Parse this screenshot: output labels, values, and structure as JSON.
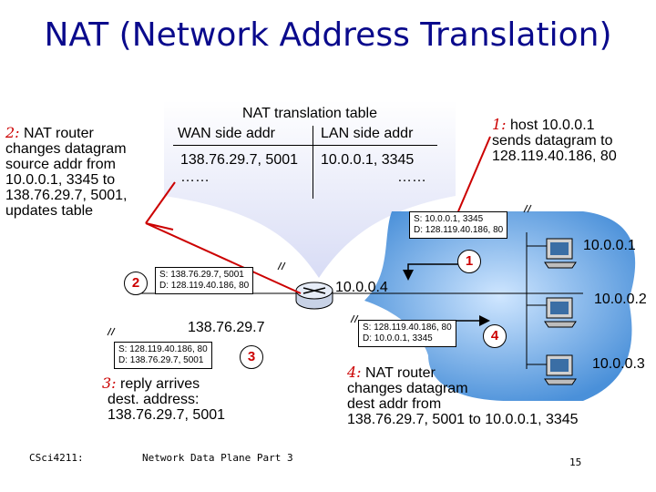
{
  "title": "NAT (Network Address Translation)",
  "table": {
    "title": "NAT translation table",
    "col_wan": "WAN side addr",
    "col_lan": "LAN side addr",
    "row1_wan": "138.76.29.7, 5001",
    "row1_lan": "10.0.0.1, 3345",
    "row2_wan": "……",
    "row2_lan": "……"
  },
  "step1": {
    "num": "1:",
    "text_lines": [
      "host 10.0.0.1",
      "sends datagram to",
      "128.119.40.186, 80"
    ]
  },
  "step2": {
    "num": "2:",
    "text_lines": [
      "NAT router",
      "changes datagram",
      "source addr from",
      "10.0.0.1, 3345 to",
      "138.76.29.7, 5001,",
      "updates table"
    ]
  },
  "step3": {
    "num": "3:",
    "text_lines": [
      "reply arrives",
      "dest. address:",
      "138.76.29.7, 5001"
    ]
  },
  "step4": {
    "num": "4:",
    "text_lines": [
      "NAT router",
      "changes datagram",
      "dest addr from",
      "138.76.29.7, 5001 to 10.0.0.1, 3345"
    ]
  },
  "packets": {
    "p1": {
      "src": "S: 10.0.0.1, 3345",
      "dst": "D: 128.119.40.186, 80"
    },
    "p2": {
      "src": "S: 138.76.29.7, 5001",
      "dst": "D: 128.119.40.186, 80"
    },
    "p3": {
      "src": "S: 128.119.40.186, 80",
      "dst": "D: 138.76.29.7, 5001"
    },
    "p4": {
      "src": "S: 128.119.40.186, 80",
      "dst": "D: 10.0.0.1, 3345"
    }
  },
  "circles": {
    "c1": "1",
    "c2": "2",
    "c3": "3",
    "c4": "4"
  },
  "addresses": {
    "router_lan": "10.0.0.4",
    "router_wan": "138.76.29.7",
    "host1": "10.0.0.1",
    "host2": "10.0.0.2",
    "host3": "10.0.0.3"
  },
  "footer": {
    "course": "CSci4211:",
    "topic": "Network Data Plane Part 3",
    "page": "15"
  },
  "colors": {
    "title": "#0a0a8c",
    "step_number": "#cc0000",
    "lan_blob": "#4a90d9",
    "arrow_red": "#cc0000"
  }
}
